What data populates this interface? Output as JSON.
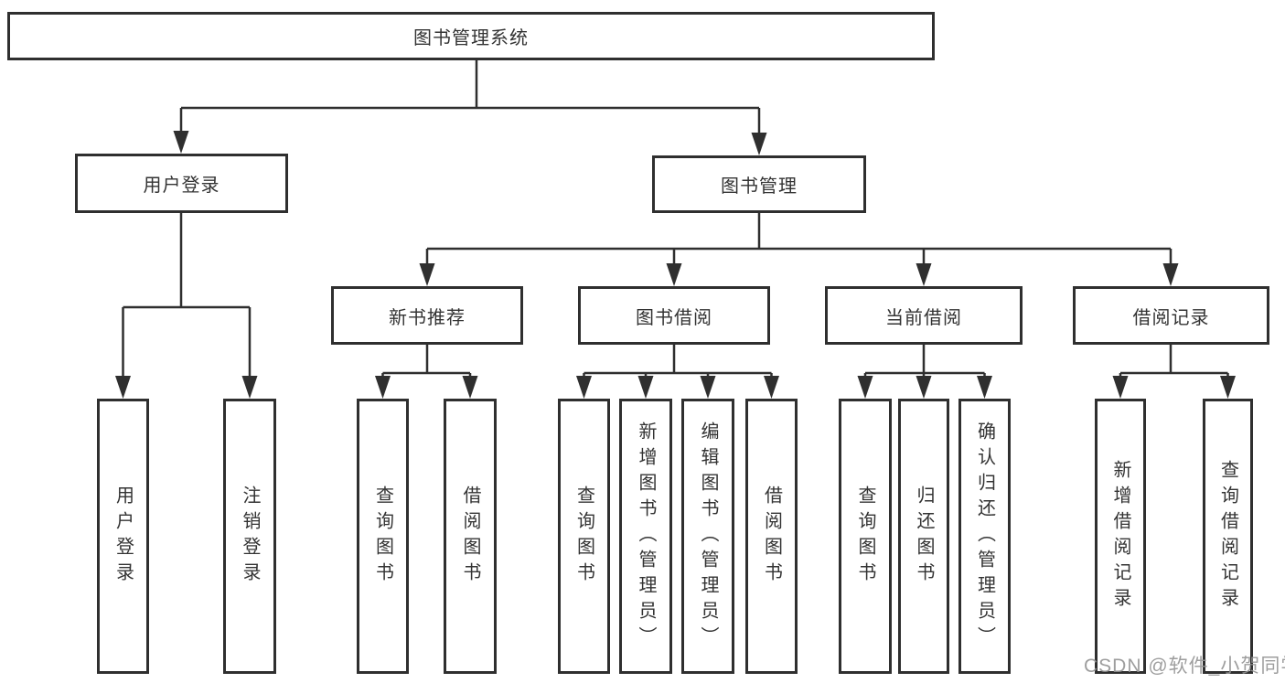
{
  "labels": {
    "root": "图书管理系统",
    "l2_user_login": "用户登录",
    "l2_book_mgmt": "图书管理",
    "l3_new_books": "新书推荐",
    "l3_book_borrow": "图书借阅",
    "l3_current_borrow": "当前借阅",
    "l3_borrow_records": "借阅记录",
    "leaf_user_login": "用户登录",
    "leaf_logout": "注销登录",
    "leaf_nb_query": "查询图书",
    "leaf_nb_borrow": "借阅图书",
    "leaf_bb_query": "查询图书",
    "leaf_bb_add": "新增图书（管理员）",
    "leaf_bb_edit": "编辑图书（管理员）",
    "leaf_bb_borrow": "借阅图书",
    "leaf_cb_query": "查询图书",
    "leaf_cb_return": "归还图书",
    "leaf_cb_confirm": "确认归还（管理员）",
    "leaf_br_add": "新增借阅记录",
    "leaf_br_query": "查询借阅记录"
  },
  "hierarchy": {
    "图书管理系统": {
      "用户登录": [
        "用户登录",
        "注销登录"
      ],
      "图书管理": {
        "新书推荐": [
          "查询图书",
          "借阅图书"
        ],
        "图书借阅": [
          "查询图书",
          "新增图书（管理员）",
          "编辑图书（管理员）",
          "借阅图书"
        ],
        "当前借阅": [
          "查询图书",
          "归还图书",
          "确认归还（管理员）"
        ],
        "借阅记录": [
          "新增借阅记录",
          "查询借阅记录"
        ]
      }
    }
  },
  "watermark": "CSDN @软件_小贺同学",
  "colors": {
    "line": "#2f2f2f",
    "text": "#333333",
    "watermark": "#949494",
    "background": "#ffffff"
  }
}
